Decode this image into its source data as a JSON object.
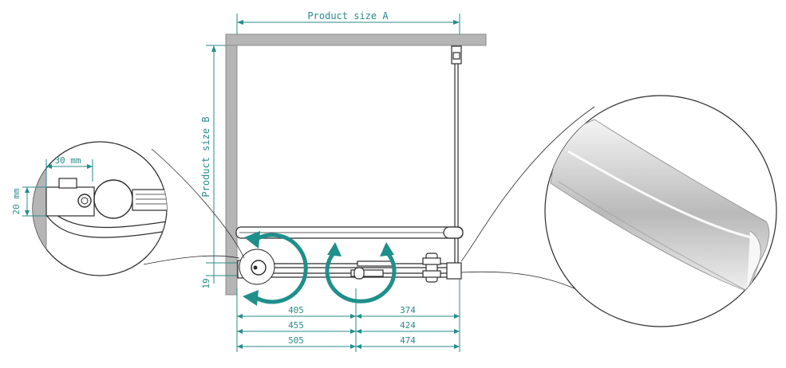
{
  "labels": {
    "product_size_a": "Product size A",
    "product_size_b": "Product size B",
    "detail_width": "30 mm",
    "detail_height": "20 mm",
    "offset": "19"
  },
  "dimensions": {
    "left": [
      "405",
      "455",
      "505"
    ],
    "right": [
      "374",
      "424",
      "474"
    ]
  },
  "colors": {
    "dimension": "#2a8a8a",
    "arrow": "#1f8f8a",
    "wall": "#b5b5b5",
    "outline": "#2b2b2b"
  }
}
